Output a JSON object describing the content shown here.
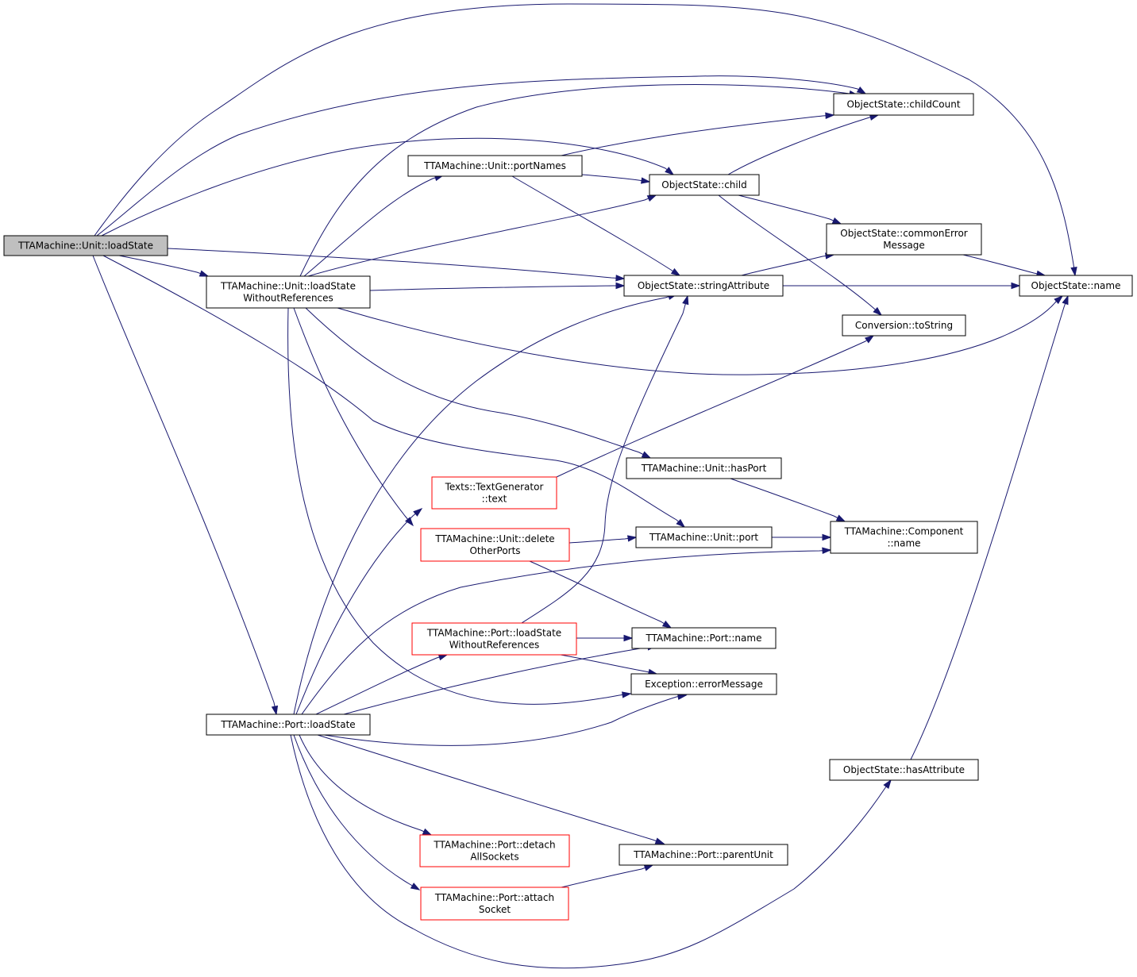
{
  "graph": {
    "nodes": [
      {
        "id": "root",
        "lines": [
          "TTAMachine::Unit::loadState"
        ],
        "style": "root"
      },
      {
        "id": "childCount",
        "lines": [
          "ObjectState::childCount"
        ],
        "style": "normal"
      },
      {
        "id": "portNames",
        "lines": [
          "TTAMachine::Unit::portNames"
        ],
        "style": "normal"
      },
      {
        "id": "child",
        "lines": [
          "ObjectState::child"
        ],
        "style": "normal"
      },
      {
        "id": "commonError",
        "lines": [
          "ObjectState::commonError",
          "Message"
        ],
        "style": "normal"
      },
      {
        "id": "lswr",
        "lines": [
          "TTAMachine::Unit::loadState",
          "WithoutReferences"
        ],
        "style": "normal"
      },
      {
        "id": "stringAttribute",
        "lines": [
          "ObjectState::stringAttribute"
        ],
        "style": "normal"
      },
      {
        "id": "osName",
        "lines": [
          "ObjectState::name"
        ],
        "style": "normal"
      },
      {
        "id": "toString",
        "lines": [
          "Conversion::toString"
        ],
        "style": "normal"
      },
      {
        "id": "hasPort",
        "lines": [
          "TTAMachine::Unit::hasPort"
        ],
        "style": "normal"
      },
      {
        "id": "textGen",
        "lines": [
          "Texts::TextGenerator",
          "::text"
        ],
        "style": "red"
      },
      {
        "id": "deleteOther",
        "lines": [
          "TTAMachine::Unit::delete",
          "OtherPorts"
        ],
        "style": "red"
      },
      {
        "id": "unitPort",
        "lines": [
          "TTAMachine::Unit::port"
        ],
        "style": "normal"
      },
      {
        "id": "compName",
        "lines": [
          "TTAMachine::Component",
          "::name"
        ],
        "style": "normal"
      },
      {
        "id": "portLswr",
        "lines": [
          "TTAMachine::Port::loadState",
          "WithoutReferences"
        ],
        "style": "red"
      },
      {
        "id": "portName",
        "lines": [
          "TTAMachine::Port::name"
        ],
        "style": "normal"
      },
      {
        "id": "errorMessage",
        "lines": [
          "Exception::errorMessage"
        ],
        "style": "normal"
      },
      {
        "id": "portLoad",
        "lines": [
          "TTAMachine::Port::loadState"
        ],
        "style": "normal"
      },
      {
        "id": "hasAttribute",
        "lines": [
          "ObjectState::hasAttribute"
        ],
        "style": "normal"
      },
      {
        "id": "detach",
        "lines": [
          "TTAMachine::Port::detach",
          "AllSockets"
        ],
        "style": "red"
      },
      {
        "id": "parentUnit",
        "lines": [
          "TTAMachine::Port::parentUnit"
        ],
        "style": "normal"
      },
      {
        "id": "attach",
        "lines": [
          "TTAMachine::Port::attach",
          "Socket"
        ],
        "style": "red"
      }
    ],
    "edges": [
      {
        "from": "root",
        "to": "osName"
      },
      {
        "from": "root",
        "to": "childCount"
      },
      {
        "from": "root",
        "to": "child"
      },
      {
        "from": "root",
        "to": "stringAttribute"
      },
      {
        "from": "root",
        "to": "lswr"
      },
      {
        "from": "root",
        "to": "unitPort"
      },
      {
        "from": "root",
        "to": "portLoad"
      },
      {
        "from": "portNames",
        "to": "childCount"
      },
      {
        "from": "portNames",
        "to": "child"
      },
      {
        "from": "portNames",
        "to": "stringAttribute"
      },
      {
        "from": "child",
        "to": "childCount"
      },
      {
        "from": "child",
        "to": "commonError"
      },
      {
        "from": "child",
        "to": "toString"
      },
      {
        "from": "commonError",
        "to": "osName"
      },
      {
        "from": "stringAttribute",
        "to": "commonError"
      },
      {
        "from": "stringAttribute",
        "to": "osName"
      },
      {
        "from": "lswr",
        "to": "childCount"
      },
      {
        "from": "lswr",
        "to": "portNames"
      },
      {
        "from": "lswr",
        "to": "child"
      },
      {
        "from": "lswr",
        "to": "stringAttribute"
      },
      {
        "from": "lswr",
        "to": "osName"
      },
      {
        "from": "lswr",
        "to": "hasPort"
      },
      {
        "from": "lswr",
        "to": "deleteOther"
      },
      {
        "from": "lswr",
        "to": "errorMessage"
      },
      {
        "from": "textGen",
        "to": "toString"
      },
      {
        "from": "hasPort",
        "to": "compName"
      },
      {
        "from": "deleteOther",
        "to": "unitPort"
      },
      {
        "from": "deleteOther",
        "to": "portName"
      },
      {
        "from": "unitPort",
        "to": "compName"
      },
      {
        "from": "portLswr",
        "to": "stringAttribute"
      },
      {
        "from": "portLswr",
        "to": "portName"
      },
      {
        "from": "portLswr",
        "to": "errorMessage"
      },
      {
        "from": "portLoad",
        "to": "stringAttribute"
      },
      {
        "from": "portLoad",
        "to": "textGen"
      },
      {
        "from": "portLoad",
        "to": "compName"
      },
      {
        "from": "portLoad",
        "to": "portLswr"
      },
      {
        "from": "portLoad",
        "to": "portName"
      },
      {
        "from": "portLoad",
        "to": "errorMessage"
      },
      {
        "from": "portLoad",
        "to": "detach"
      },
      {
        "from": "portLoad",
        "to": "parentUnit"
      },
      {
        "from": "portLoad",
        "to": "attach"
      },
      {
        "from": "portLoad",
        "to": "hasAttribute"
      },
      {
        "from": "attach",
        "to": "parentUnit"
      },
      {
        "from": "hasAttribute",
        "to": "osName"
      }
    ]
  },
  "colors": {
    "edge": "#191970",
    "root_fill": "#bfbfbf",
    "red_border": "#ff0000",
    "border": "#000000"
  }
}
